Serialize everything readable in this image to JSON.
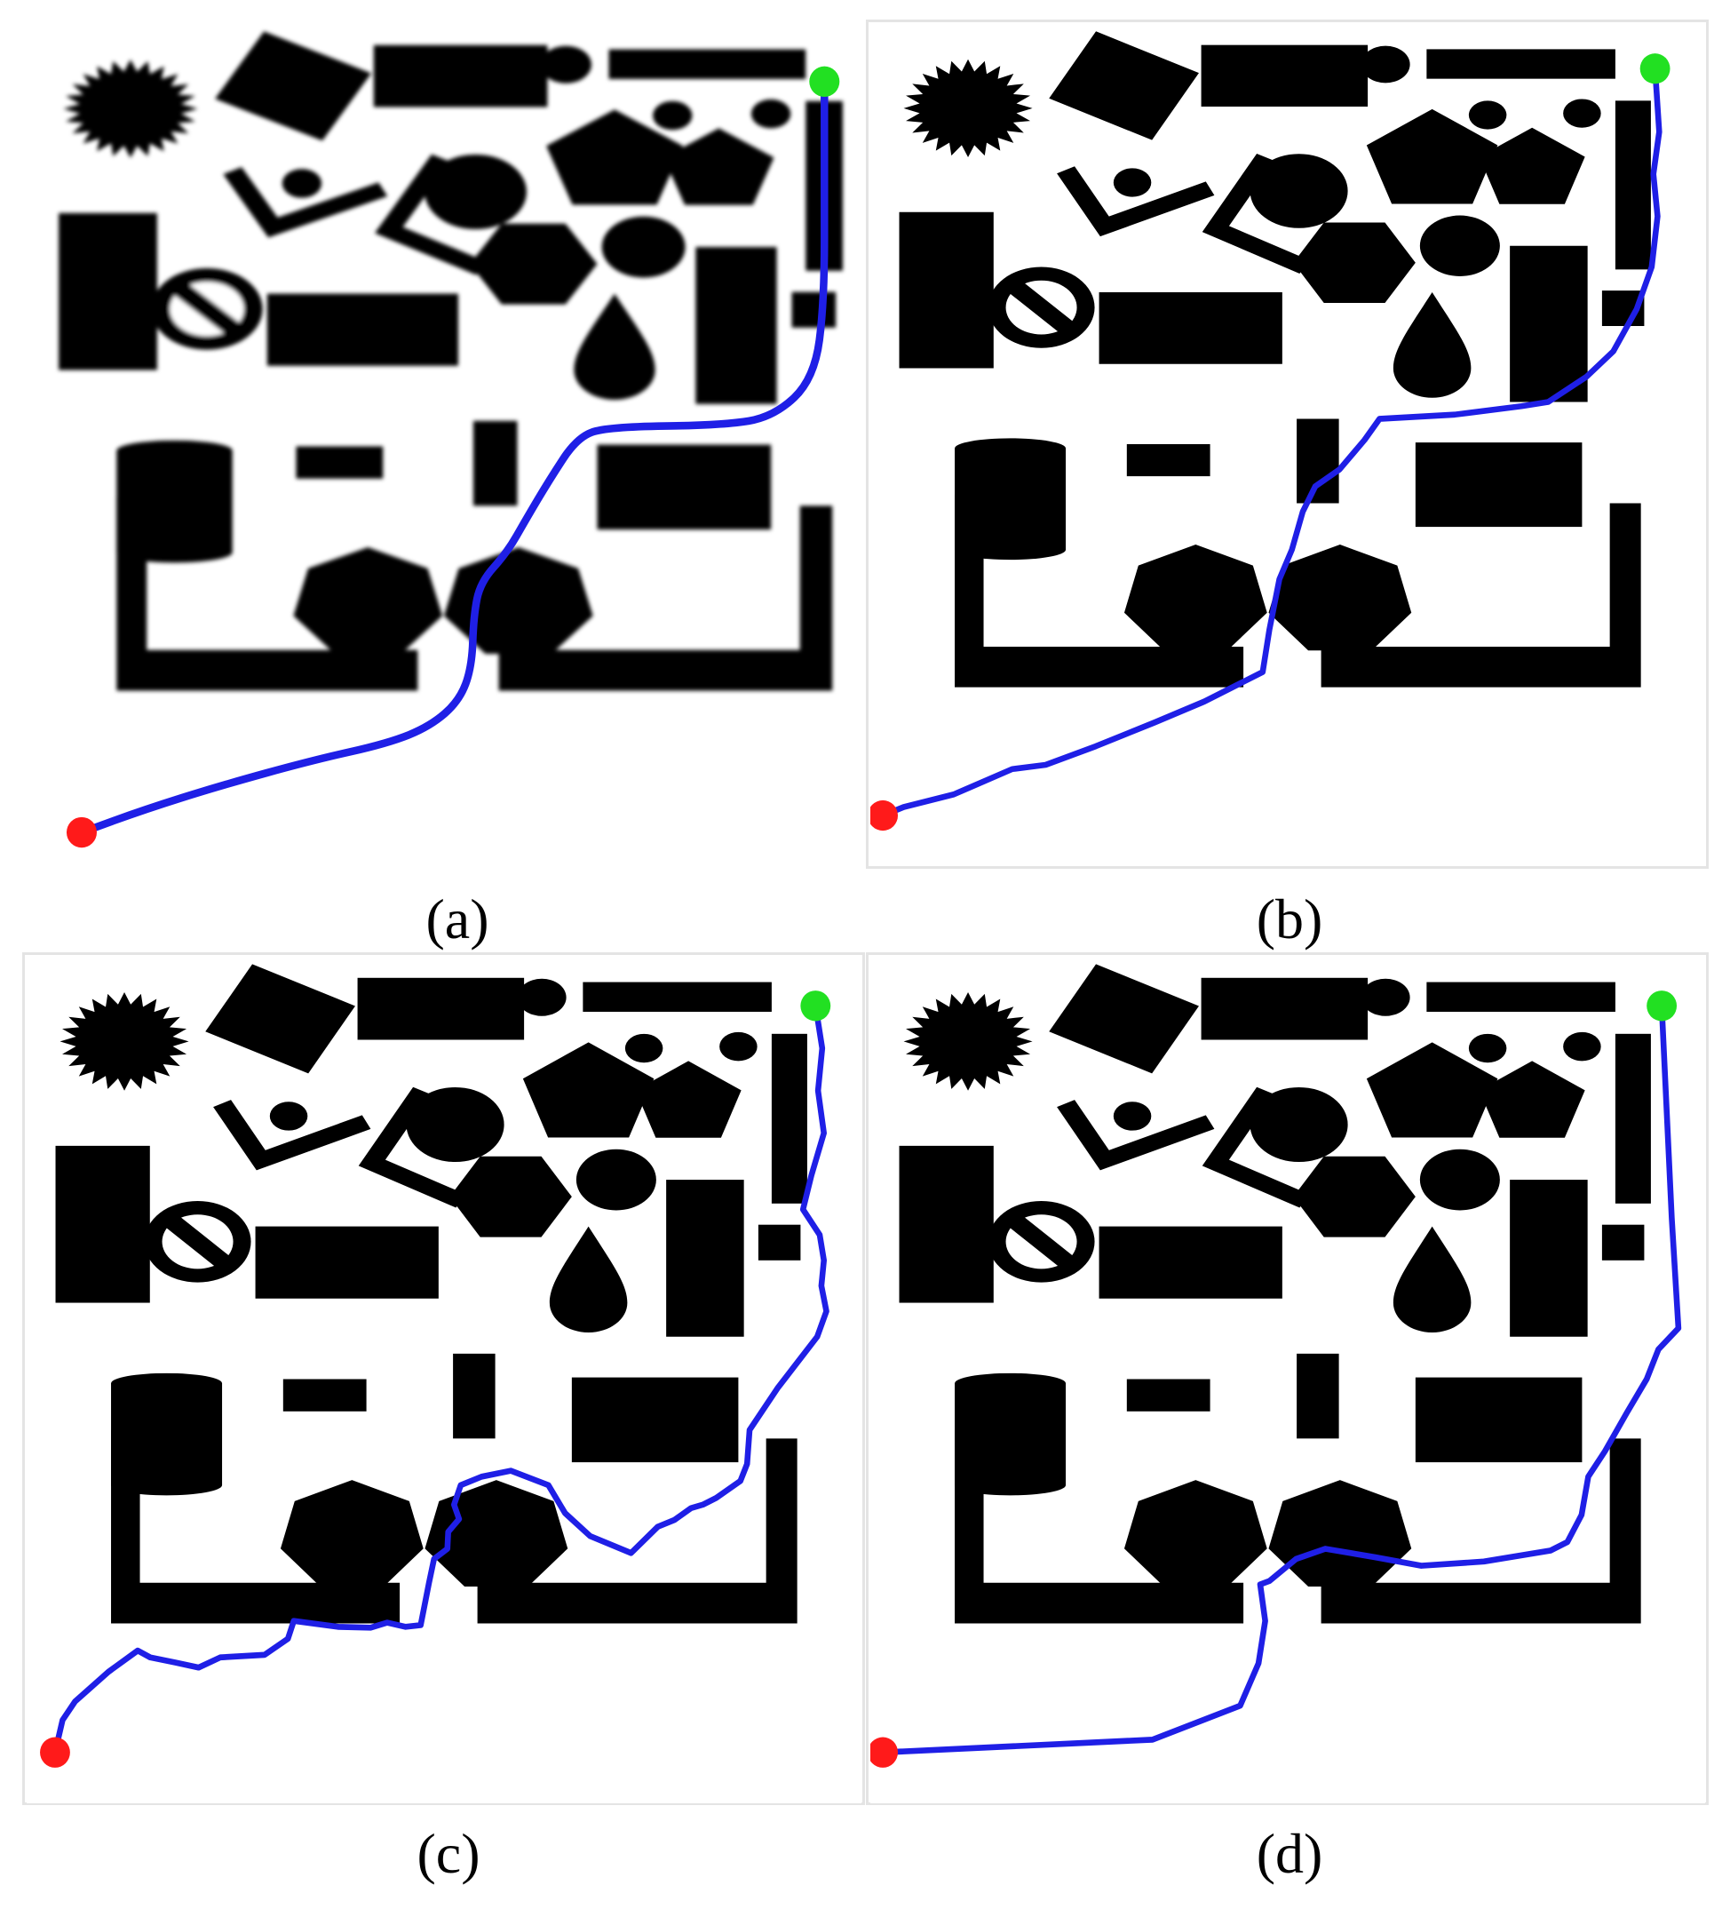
{
  "figure": {
    "panels": [
      {
        "caption": "(a)",
        "path_style": "smooth",
        "path": [
          [
            940,
            70
          ],
          [
            940,
            180
          ],
          [
            940,
            330
          ],
          [
            928,
            420
          ],
          [
            880,
            465
          ],
          [
            820,
            475
          ],
          [
            680,
            477
          ],
          [
            645,
            490
          ],
          [
            612,
            540
          ],
          [
            585,
            585
          ],
          [
            562,
            625
          ],
          [
            530,
            660
          ],
          [
            522,
            700
          ],
          [
            520,
            760
          ],
          [
            505,
            800
          ],
          [
            470,
            830
          ],
          [
            420,
            850
          ],
          [
            330,
            870
          ],
          [
            220,
            900
          ],
          [
            130,
            928
          ],
          [
            55,
            955
          ]
        ]
      },
      {
        "caption": "(b)",
        "path_style": "angular",
        "path": [
          [
            940,
            55
          ],
          [
            945,
            130
          ],
          [
            938,
            180
          ],
          [
            943,
            230
          ],
          [
            936,
            290
          ],
          [
            918,
            340
          ],
          [
            890,
            390
          ],
          [
            858,
            420
          ],
          [
            812,
            450
          ],
          [
            780,
            455
          ],
          [
            700,
            465
          ],
          [
            610,
            470
          ],
          [
            592,
            495
          ],
          [
            562,
            530
          ],
          [
            533,
            550
          ],
          [
            518,
            580
          ],
          [
            505,
            625
          ],
          [
            490,
            660
          ],
          [
            478,
            720
          ],
          [
            470,
            770
          ],
          [
            430,
            790
          ],
          [
            400,
            805
          ],
          [
            340,
            830
          ],
          [
            270,
            858
          ],
          [
            210,
            880
          ],
          [
            170,
            885
          ],
          [
            100,
            915
          ],
          [
            40,
            930
          ],
          [
            15,
            940
          ]
        ]
      },
      {
        "caption": "(c)",
        "path_style": "jagged",
        "path": [
          [
            945,
            60
          ],
          [
            953,
            110
          ],
          [
            948,
            160
          ],
          [
            955,
            210
          ],
          [
            940,
            260
          ],
          [
            930,
            300
          ],
          [
            950,
            330
          ],
          [
            955,
            360
          ],
          [
            952,
            390
          ],
          [
            958,
            420
          ],
          [
            947,
            450
          ],
          [
            900,
            510
          ],
          [
            866,
            560
          ],
          [
            863,
            600
          ],
          [
            855,
            620
          ],
          [
            826,
            640
          ],
          [
            810,
            648
          ],
          [
            796,
            652
          ],
          [
            776,
            666
          ],
          [
            756,
            674
          ],
          [
            724,
            705
          ],
          [
            675,
            685
          ],
          [
            645,
            658
          ],
          [
            625,
            625
          ],
          [
            580,
            608
          ],
          [
            545,
            615
          ],
          [
            520,
            625
          ],
          [
            512,
            648
          ],
          [
            518,
            665
          ],
          [
            505,
            680
          ],
          [
            504,
            700
          ],
          [
            488,
            712
          ],
          [
            482,
            740
          ],
          [
            478,
            760
          ],
          [
            472,
            790
          ],
          [
            454,
            792
          ],
          [
            432,
            787
          ],
          [
            412,
            793
          ],
          [
            373,
            792
          ],
          [
            320,
            785
          ],
          [
            313,
            806
          ],
          [
            285,
            825
          ],
          [
            232,
            828
          ],
          [
            206,
            840
          ],
          [
            178,
            834
          ],
          [
            148,
            828
          ],
          [
            133,
            820
          ],
          [
            98,
            845
          ],
          [
            58,
            880
          ],
          [
            43,
            902
          ],
          [
            34,
            940
          ]
        ]
      },
      {
        "caption": "(d)",
        "path_style": "straight",
        "path": [
          [
            948,
            60
          ],
          [
            954,
            185
          ],
          [
            960,
            310
          ],
          [
            968,
            440
          ],
          [
            944,
            465
          ],
          [
            930,
            500
          ],
          [
            906,
            540
          ],
          [
            880,
            585
          ],
          [
            860,
            615
          ],
          [
            852,
            660
          ],
          [
            835,
            692
          ],
          [
            815,
            702
          ],
          [
            735,
            715
          ],
          [
            660,
            720
          ],
          [
            605,
            710
          ],
          [
            545,
            700
          ],
          [
            510,
            712
          ],
          [
            478,
            738
          ],
          [
            467,
            742
          ],
          [
            473,
            785
          ],
          [
            465,
            835
          ],
          [
            443,
            885
          ],
          [
            338,
            925
          ],
          [
            15,
            940
          ]
        ]
      }
    ]
  }
}
